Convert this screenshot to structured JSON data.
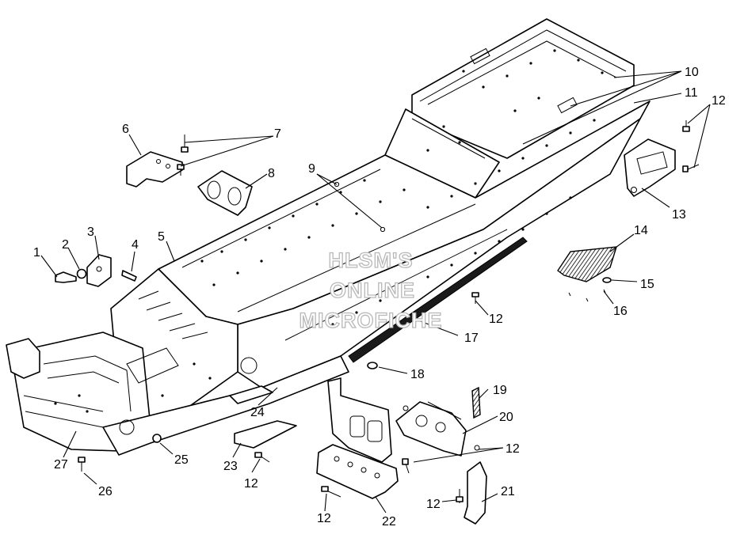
{
  "diagram": {
    "callouts": {
      "c1": "1",
      "c2": "2",
      "c3": "3",
      "c4": "4",
      "c5": "5",
      "c6": "6",
      "c7": "7",
      "c8": "8",
      "c9": "9",
      "c10": "10",
      "c11": "11",
      "c12a": "12",
      "c13": "13",
      "c14": "14",
      "c15": "15",
      "c16": "16",
      "c12b": "12",
      "c17": "17",
      "c18": "18",
      "c19": "19",
      "c20": "20",
      "c12c": "12",
      "c21": "21",
      "c12d": "12",
      "c22": "22",
      "c12e": "12",
      "c23": "23",
      "c12f": "12",
      "c24": "24",
      "c25": "25",
      "c27": "27",
      "c26": "26"
    },
    "watermark": {
      "line1": "HLSM'S",
      "line2": "ONLINE",
      "line3": "MICROFICHE"
    }
  }
}
